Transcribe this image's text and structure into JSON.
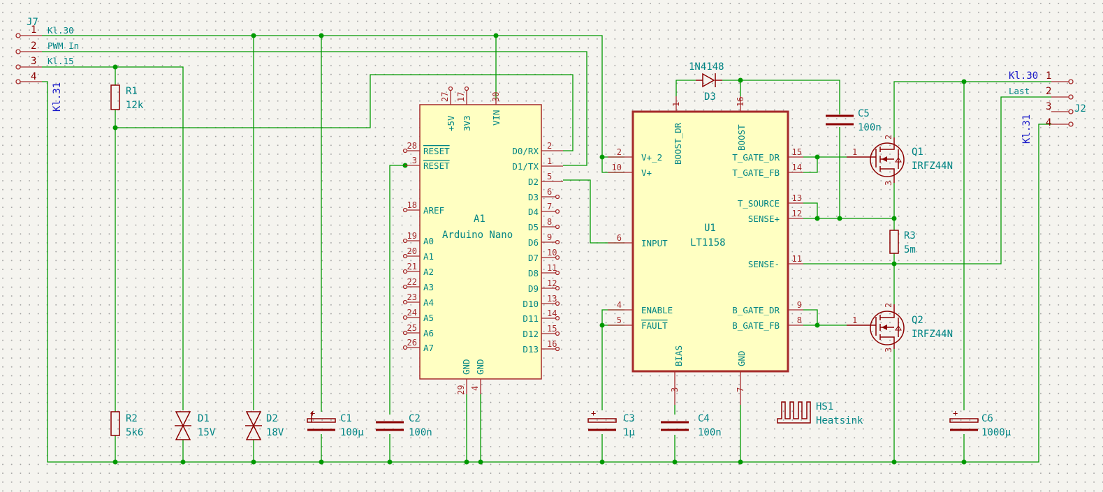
{
  "connector_j7": {
    "ref": "J7",
    "pins": [
      {
        "num": "1",
        "name": "Kl.30"
      },
      {
        "num": "2",
        "name": "PWM In"
      },
      {
        "num": "3",
        "name": "Kl.15"
      },
      {
        "num": "4",
        "name": ""
      }
    ],
    "net_kl31": "Kl.31"
  },
  "connector_j2": {
    "ref": "J2",
    "pins": [
      {
        "num": "1",
        "name": "Kl.30"
      },
      {
        "num": "2",
        "name": "Last"
      },
      {
        "num": "3",
        "name": ""
      },
      {
        "num": "4",
        "name": ""
      }
    ],
    "net_kl31": "Kl.31"
  },
  "arduino": {
    "ref": "A1",
    "value": "Arduino Nano",
    "top_pins": [
      {
        "num": "27",
        "name": "+5V"
      },
      {
        "num": "17",
        "name": "3V3"
      },
      {
        "num": "30",
        "name": "VIN"
      }
    ],
    "left_pins": [
      {
        "num": "28",
        "name": "RESET"
      },
      {
        "num": "3",
        "name": "RESET"
      },
      {
        "num": "18",
        "name": "AREF"
      },
      {
        "num": "19",
        "name": "A0"
      },
      {
        "num": "20",
        "name": "A1"
      },
      {
        "num": "21",
        "name": "A2"
      },
      {
        "num": "22",
        "name": "A3"
      },
      {
        "num": "23",
        "name": "A4"
      },
      {
        "num": "24",
        "name": "A5"
      },
      {
        "num": "25",
        "name": "A6"
      },
      {
        "num": "26",
        "name": "A7"
      }
    ],
    "right_pins": [
      {
        "num": "2",
        "name": "D0/RX"
      },
      {
        "num": "1",
        "name": "D1/TX"
      },
      {
        "num": "5",
        "name": "D2"
      },
      {
        "num": "6",
        "name": "D3"
      },
      {
        "num": "7",
        "name": "D4"
      },
      {
        "num": "8",
        "name": "D5"
      },
      {
        "num": "9",
        "name": "D6"
      },
      {
        "num": "10",
        "name": "D7"
      },
      {
        "num": "11",
        "name": "D8"
      },
      {
        "num": "12",
        "name": "D9"
      },
      {
        "num": "13",
        "name": "D10"
      },
      {
        "num": "14",
        "name": "D11"
      },
      {
        "num": "15",
        "name": "D12"
      },
      {
        "num": "16",
        "name": "D13"
      }
    ],
    "bottom_pins": [
      {
        "num": "29",
        "name": "GND"
      },
      {
        "num": "4",
        "name": "GND"
      }
    ]
  },
  "driver": {
    "ref": "U1",
    "value": "LT1158",
    "top_pins": [
      {
        "num": "1",
        "name": "BOOST_DR"
      },
      {
        "num": "16",
        "name": "BOOST"
      }
    ],
    "left_pins": [
      {
        "num": "2",
        "name": "V+_2"
      },
      {
        "num": "10",
        "name": "V+"
      },
      {
        "num": "6",
        "name": "INPUT"
      },
      {
        "num": "4",
        "name": "ENABLE"
      },
      {
        "num": "5",
        "name": "FAULT"
      }
    ],
    "right_pins": [
      {
        "num": "15",
        "name": "T_GATE_DR"
      },
      {
        "num": "14",
        "name": "T_GATE_FB"
      },
      {
        "num": "13",
        "name": "T_SOURCE"
      },
      {
        "num": "12",
        "name": "SENSE+"
      },
      {
        "num": "11",
        "name": "SENSE-"
      },
      {
        "num": "9",
        "name": "B_GATE_DR"
      },
      {
        "num": "8",
        "name": "B_GATE_FB"
      }
    ],
    "bottom_pins": [
      {
        "num": "3",
        "name": "BIAS"
      },
      {
        "num": "7",
        "name": "GND"
      }
    ]
  },
  "resistors": [
    {
      "ref": "R1",
      "value": "12k"
    },
    {
      "ref": "R2",
      "value": "5k6"
    },
    {
      "ref": "R3",
      "value": "5m"
    }
  ],
  "diodes": [
    {
      "ref": "D1",
      "value": "15V"
    },
    {
      "ref": "D2",
      "value": "18V"
    },
    {
      "ref": "D3",
      "value": "1N4148"
    }
  ],
  "capacitors": [
    {
      "ref": "C1",
      "value": "100µ"
    },
    {
      "ref": "C2",
      "value": "100n"
    },
    {
      "ref": "C3",
      "value": "1µ"
    },
    {
      "ref": "C4",
      "value": "100n"
    },
    {
      "ref": "C5",
      "value": "100n"
    },
    {
      "ref": "C6",
      "value": "1000µ"
    }
  ],
  "mosfets": [
    {
      "ref": "Q1",
      "value": "IRFZ44N",
      "pins": [
        "1",
        "2",
        "3"
      ]
    },
    {
      "ref": "Q2",
      "value": "IRFZ44N",
      "pins": [
        "1",
        "2",
        "3"
      ]
    }
  ],
  "heatsink": {
    "ref": "HS1",
    "value": "Heatsink"
  },
  "colors": {
    "wire": "#009900",
    "component": "#8b0000",
    "pin": "#a52a2a",
    "body_fill": "#ffffc2",
    "text": "#008484",
    "net_label": "#1818c8",
    "background": "#f5f4ef"
  }
}
